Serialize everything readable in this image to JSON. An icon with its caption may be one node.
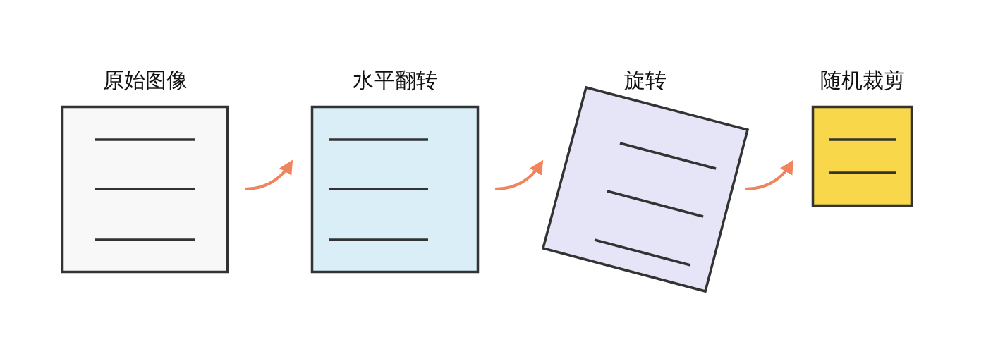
{
  "diagram": {
    "nodes": [
      {
        "text": [
          "原始图像"
        ]
      },
      {
        "text": [
          "水平翻转"
        ]
      },
      {
        "text": [
          "旋转"
        ]
      },
      {
        "text": [
          "随机裁剪"
        ]
      }
    ],
    "edges": [
      {
        "from": 0,
        "to": 1,
        "arrow": "to"
      },
      {
        "from": 1,
        "to": 2,
        "arrow": "to"
      },
      {
        "from": 2,
        "to": 3,
        "arrow": "to"
      }
    ]
  }
}
